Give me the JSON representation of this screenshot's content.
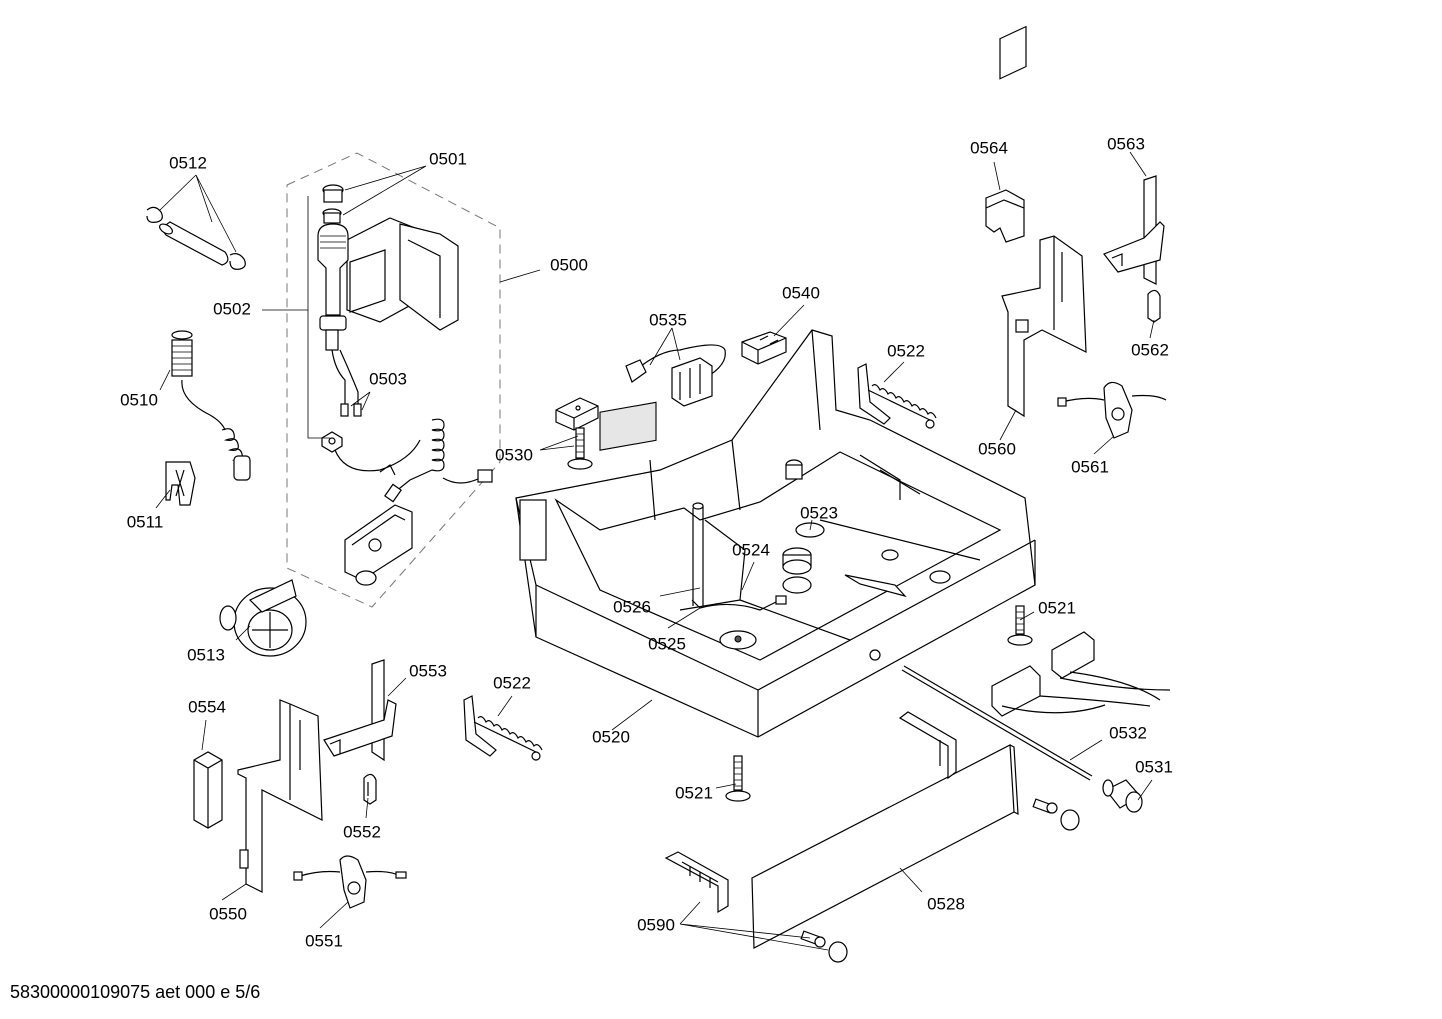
{
  "labels": {
    "l0500": "0500",
    "l0501": "0501",
    "l0502": "0502",
    "l0503": "0503",
    "l0510": "0510",
    "l0511": "0511",
    "l0512": "0512",
    "l0513": "0513",
    "l0520": "0520",
    "l0521a": "0521",
    "l0521b": "0521",
    "l0522a": "0522",
    "l0522b": "0522",
    "l0523": "0523",
    "l0524": "0524",
    "l0525": "0525",
    "l0526": "0526",
    "l0528": "0528",
    "l0530": "0530",
    "l0531": "0531",
    "l0532": "0532",
    "l0535": "0535",
    "l0540": "0540",
    "l0550": "0550",
    "l0551": "0551",
    "l0552": "0552",
    "l0553": "0553",
    "l0554": "0554",
    "l0560": "0560",
    "l0561": "0561",
    "l0562": "0562",
    "l0563": "0563",
    "l0564": "0564",
    "l0590": "0590"
  },
  "footer": "58300000109075 aet 000 e 5/6"
}
